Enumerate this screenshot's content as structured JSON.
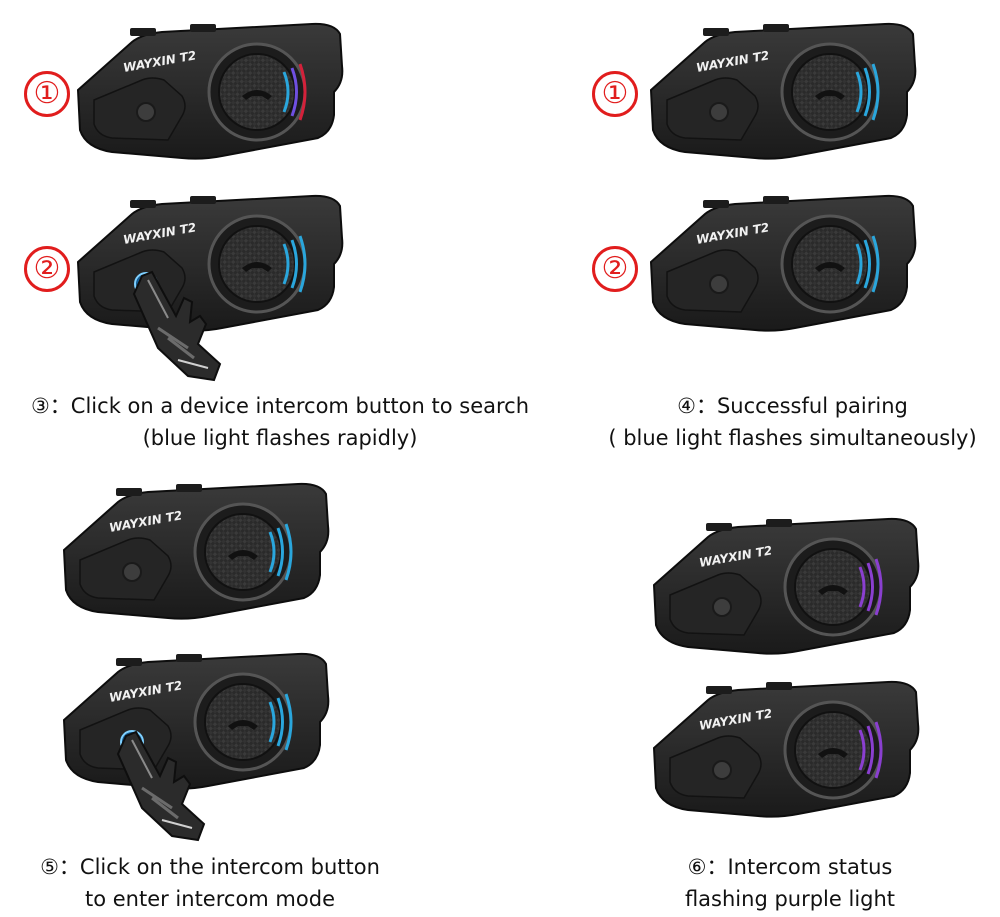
{
  "brand_label": "WAYXIN T2",
  "steps": [
    {
      "marker": "①"
    },
    {
      "marker": "②"
    },
    {
      "marker": "①"
    },
    {
      "marker": "②"
    }
  ],
  "captions": {
    "c3": {
      "line1": "③：Click on a device intercom button to search",
      "line2": "(blue light flashes rapidly)"
    },
    "c4": {
      "line1": "④：Successful pairing",
      "line2": "( blue light flashes simultaneously)"
    },
    "c5": {
      "line1": "⑤：Click on the intercom button",
      "line2": "to enter intercom mode"
    },
    "c6": {
      "line1": "⑥：Intercom status",
      "line2": "flashing purple light"
    }
  },
  "colors": {
    "marker": "#e11d1d",
    "blue_light": "#2aa6dc",
    "purple_light": "#8a3fd0",
    "red_light": "#d4213a",
    "button_glow": "#1f8fe0"
  },
  "icons": [
    "phone-icon",
    "gloved-hand-icon"
  ]
}
